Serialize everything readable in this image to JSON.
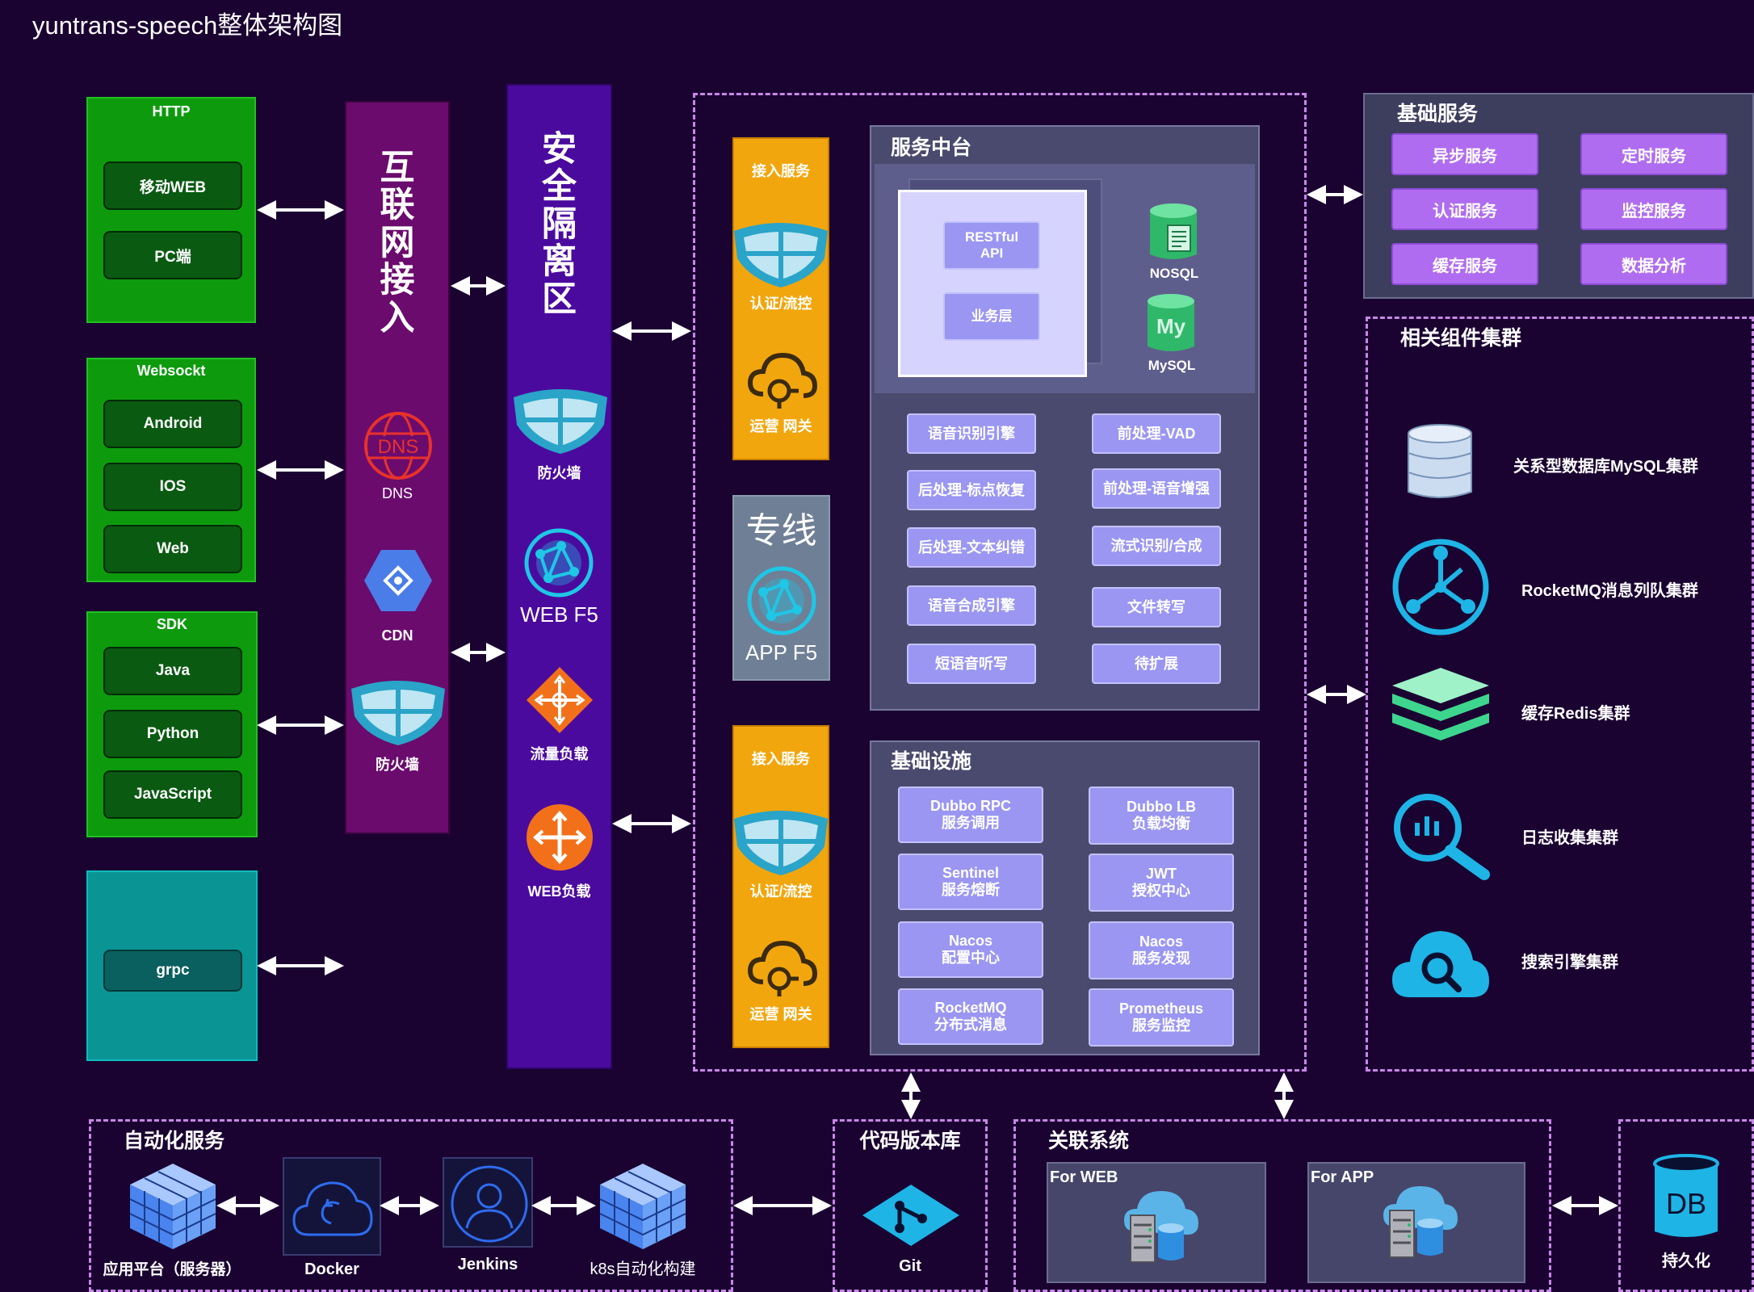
{
  "title": "yuntrans-speech整体架构图",
  "clients": {
    "http": {
      "header": "HTTP",
      "items": [
        "移动WEB",
        "PC端"
      ]
    },
    "websocket": {
      "header": "Websockt",
      "items": [
        "Android",
        "IOS",
        "Web"
      ]
    },
    "sdk": {
      "header": "SDK",
      "items": [
        "Java",
        "Python",
        "JavaScript"
      ]
    },
    "grpc": {
      "items": [
        "grpc"
      ]
    }
  },
  "internet_access": {
    "title": "互联网接入",
    "chars": [
      "互",
      "联",
      "网",
      "接",
      "入"
    ],
    "dns_icon_text": "DNS",
    "dns_label": "DNS",
    "cdn_label": "CDN",
    "firewall_label": "防火墙"
  },
  "security_zone": {
    "title": "安全隔离区",
    "chars": [
      "安",
      "全",
      "隔",
      "离",
      "区"
    ],
    "firewall_label": "防火墙",
    "web_f5_label": "WEB F5",
    "lb_label": "流量负载",
    "web_lb_label": "WEB负载"
  },
  "access_top": {
    "title": "接入服务",
    "auth_label": "认证/流控",
    "gateway_label": "运营 网关"
  },
  "dedicated_line": {
    "title": "专线",
    "app_f5_label": "APP F5"
  },
  "access_bottom": {
    "title": "接入服务",
    "auth_label": "认证/流控",
    "gateway_label": "运营 网关"
  },
  "service_platform": {
    "title": "服务中台",
    "restful": "RESTful API",
    "business": "业务层",
    "nosql": "NOSQL",
    "mysql": "MySQL",
    "mysql_icon_text": "My",
    "engines": [
      "语音识别引擎",
      "前处理-VAD",
      "后处理-标点恢复",
      "前处理-语音增强",
      "后处理-文本纠错",
      "流式识别/合成",
      "语音合成引擎",
      "文件转写",
      "短语音听写",
      "待扩展"
    ]
  },
  "infrastructure": {
    "title": "基础设施",
    "items": [
      {
        "l1": "Dubbo RPC",
        "l2": "服务调用"
      },
      {
        "l1": "Dubbo LB",
        "l2": "负载均衡"
      },
      {
        "l1": "Sentinel",
        "l2": "服务熔断"
      },
      {
        "l1": "JWT",
        "l2": "授权中心"
      },
      {
        "l1": "Nacos",
        "l2": "配置中心"
      },
      {
        "l1": "Nacos",
        "l2": "服务发现"
      },
      {
        "l1": "RocketMQ",
        "l2": "分布式消息"
      },
      {
        "l1": "Prometheus",
        "l2": "服务监控"
      }
    ]
  },
  "basic_services": {
    "title": "基础服务",
    "items": [
      "异步服务",
      "定时服务",
      "认证服务",
      "监控服务",
      "缓存服务",
      "数据分析"
    ]
  },
  "component_cluster": {
    "title": "相关组件集群",
    "items": [
      {
        "icon": "database-icon",
        "label": "关系型数据库MySQL集群"
      },
      {
        "icon": "network-hub-icon",
        "label": "RocketMQ消息列队集群"
      },
      {
        "icon": "layers-icon",
        "label": "缓存Redis集群"
      },
      {
        "icon": "magnifier-chart-icon",
        "label": "日志收集集群"
      },
      {
        "icon": "cloud-search-icon",
        "label": "搜索引擎集群"
      }
    ]
  },
  "automation": {
    "title": "自动化服务",
    "items": [
      "应用平台（服务器）",
      "Docker",
      "Jenkins",
      "k8s自动化构建"
    ]
  },
  "code_repo": {
    "title": "代码版本库",
    "git_label": "Git"
  },
  "related_systems": {
    "title": "关联系统",
    "for_web": "For WEB",
    "for_app": "For APP"
  },
  "persistence": {
    "db_icon_text": "DB",
    "label": "持久化"
  },
  "colors": {
    "background": "#1a0331",
    "green": "#0d9b0d",
    "purple_bar": "#6b0b6e",
    "security_bar": "#4b0a9e",
    "orange": "#f2a60d",
    "service_button": "#b06cf0",
    "engine_button": "#9a96f2",
    "icon_cyan": "#1eb4e6"
  }
}
